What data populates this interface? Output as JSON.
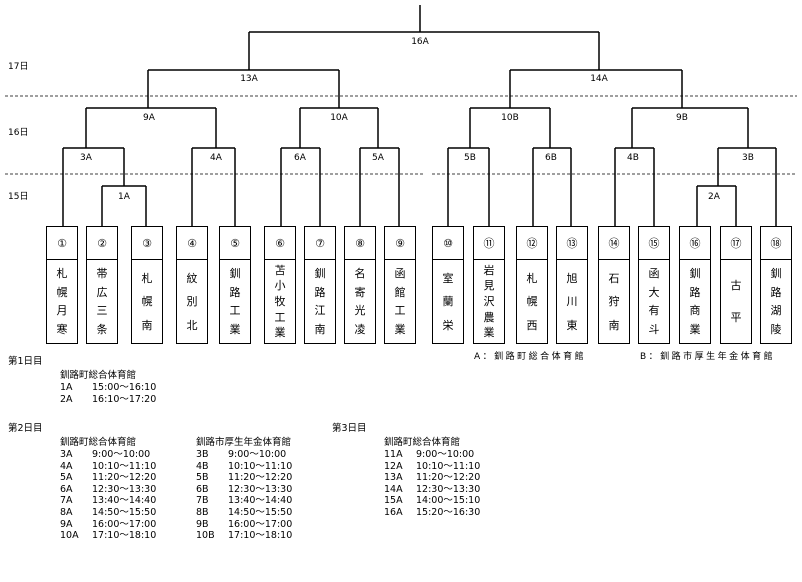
{
  "day_labels": [
    "17日",
    "16日",
    "15日"
  ],
  "matches": [
    {
      "id": "16A",
      "label": "16A"
    },
    {
      "id": "13A",
      "label": "13A"
    },
    {
      "id": "14A",
      "label": "14A"
    },
    {
      "id": "9A",
      "label": "9A"
    },
    {
      "id": "10A",
      "label": "10A"
    },
    {
      "id": "10B",
      "label": "10B"
    },
    {
      "id": "9B",
      "label": "9B"
    },
    {
      "id": "3A",
      "label": "3A"
    },
    {
      "id": "4A",
      "label": "4A"
    },
    {
      "id": "6A",
      "label": "6A"
    },
    {
      "id": "5A",
      "label": "5A"
    },
    {
      "id": "5B",
      "label": "5B"
    },
    {
      "id": "6B",
      "label": "6B"
    },
    {
      "id": "4B",
      "label": "4B"
    },
    {
      "id": "3B",
      "label": "3B"
    },
    {
      "id": "1A",
      "label": "1A"
    },
    {
      "id": "2A",
      "label": "2A"
    }
  ],
  "teams": [
    {
      "num": "①",
      "name": [
        "札",
        "幌",
        "月",
        "寒"
      ]
    },
    {
      "num": "②",
      "name": [
        "帯",
        "広",
        "三",
        "条"
      ]
    },
    {
      "num": "③",
      "name": [
        "札",
        "幌",
        "南"
      ]
    },
    {
      "num": "④",
      "name": [
        "紋",
        "別",
        "北"
      ]
    },
    {
      "num": "⑤",
      "name": [
        "釧",
        "路",
        "工",
        "業"
      ]
    },
    {
      "num": "⑥",
      "name": [
        "苫",
        "小",
        "牧",
        "工",
        "業"
      ]
    },
    {
      "num": "⑦",
      "name": [
        "釧",
        "路",
        "江",
        "南"
      ]
    },
    {
      "num": "⑧",
      "name": [
        "名",
        "寄",
        "光",
        "凌"
      ]
    },
    {
      "num": "⑨",
      "name": [
        "函",
        "館",
        "工",
        "業"
      ]
    },
    {
      "num": "⑩",
      "name": [
        "室",
        "蘭",
        "栄"
      ]
    },
    {
      "num": "⑪",
      "name": [
        "岩",
        "見",
        "沢",
        "農",
        "業"
      ]
    },
    {
      "num": "⑫",
      "name": [
        "札",
        "幌",
        "西"
      ]
    },
    {
      "num": "⑬",
      "name": [
        "旭",
        "川",
        "東"
      ]
    },
    {
      "num": "⑭",
      "name": [
        "石",
        "狩",
        "南"
      ]
    },
    {
      "num": "⑮",
      "name": [
        "函",
        "大",
        "有",
        "斗"
      ]
    },
    {
      "num": "⑯",
      "name": [
        "釧",
        "路",
        "商",
        "業"
      ]
    },
    {
      "num": "⑰",
      "name": [
        "古",
        "平"
      ]
    },
    {
      "num": "⑱",
      "name": [
        "釧",
        "路",
        "湖",
        "陵"
      ]
    }
  ],
  "legend": {
    "a": "A：釧路町総合体育館",
    "b": "B：釧路市厚生年金体育館"
  },
  "schedule": {
    "day1": {
      "title": "第1日目",
      "blocks": [
        {
          "venue": "釧路町総合体育館",
          "rows": [
            [
              "1A",
              "15:00〜16:10"
            ],
            [
              "2A",
              "16:10〜17:20"
            ]
          ]
        }
      ]
    },
    "day2": {
      "title": "第2日目",
      "blocks": [
        {
          "venue": "釧路町総合体育館",
          "rows": [
            [
              "3A",
              "9:00〜10:00"
            ],
            [
              "4A",
              "10:10〜11:10"
            ],
            [
              "5A",
              "11:20〜12:20"
            ],
            [
              "6A",
              "12:30〜13:30"
            ],
            [
              "7A",
              "13:40〜14:40"
            ],
            [
              "8A",
              "14:50〜15:50"
            ],
            [
              "9A",
              "16:00〜17:00"
            ],
            [
              "10A",
              "17:10〜18:10"
            ]
          ]
        },
        {
          "venue": "釧路市厚生年金体育館",
          "rows": [
            [
              "3B",
              "9:00〜10:00"
            ],
            [
              "4B",
              "10:10〜11:10"
            ],
            [
              "5B",
              "11:20〜12:20"
            ],
            [
              "6B",
              "12:30〜13:30"
            ],
            [
              "7B",
              "13:40〜14:40"
            ],
            [
              "8B",
              "14:50〜15:50"
            ],
            [
              "9B",
              "16:00〜17:00"
            ],
            [
              "10B",
              "17:10〜18:10"
            ]
          ]
        }
      ]
    },
    "day3": {
      "title": "第3日目",
      "blocks": [
        {
          "venue": "釧路町総合体育館",
          "rows": [
            [
              "11A",
              "9:00〜10:00"
            ],
            [
              "12A",
              "10:10〜11:10"
            ],
            [
              "13A",
              "11:20〜12:20"
            ],
            [
              "14A",
              "12:30〜13:30"
            ],
            [
              "15A",
              "14:00〜15:10"
            ],
            [
              "16A",
              "15:20〜16:30"
            ]
          ]
        }
      ]
    }
  }
}
